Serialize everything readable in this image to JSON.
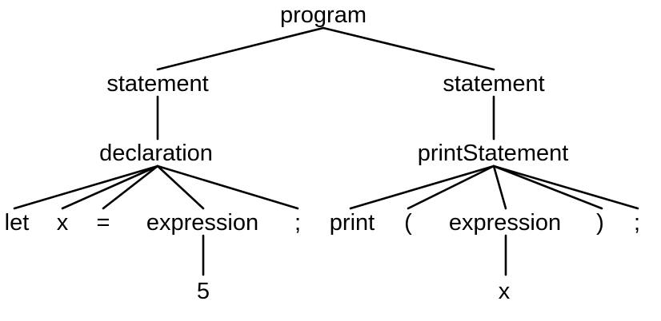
{
  "diagram": {
    "type": "parse-tree",
    "root": "program",
    "nodes": {
      "program": "program",
      "statement_left": "statement",
      "statement_right": "statement",
      "declaration": "declaration",
      "print_statement": "printStatement",
      "tok_let": "let",
      "tok_x": "x",
      "tok_equals": "=",
      "expression_left": "expression",
      "tok_semicolon_left": ";",
      "tok_print": "print",
      "tok_lparen": "(",
      "expression_right": "expression",
      "tok_rparen": ")",
      "tok_semicolon_right": ";",
      "literal_5": "5",
      "identifier_x": "x"
    },
    "edges": [
      [
        "program",
        "statement_left"
      ],
      [
        "program",
        "statement_right"
      ],
      [
        "statement_left",
        "declaration"
      ],
      [
        "statement_right",
        "print_statement"
      ],
      [
        "declaration",
        "tok_let"
      ],
      [
        "declaration",
        "tok_x"
      ],
      [
        "declaration",
        "tok_equals"
      ],
      [
        "declaration",
        "expression_left"
      ],
      [
        "declaration",
        "tok_semicolon_left"
      ],
      [
        "print_statement",
        "tok_print"
      ],
      [
        "print_statement",
        "tok_lparen"
      ],
      [
        "print_statement",
        "expression_right"
      ],
      [
        "print_statement",
        "tok_rparen"
      ],
      [
        "print_statement",
        "tok_semicolon_right"
      ],
      [
        "expression_left",
        "literal_5"
      ],
      [
        "expression_right",
        "identifier_x"
      ]
    ]
  }
}
